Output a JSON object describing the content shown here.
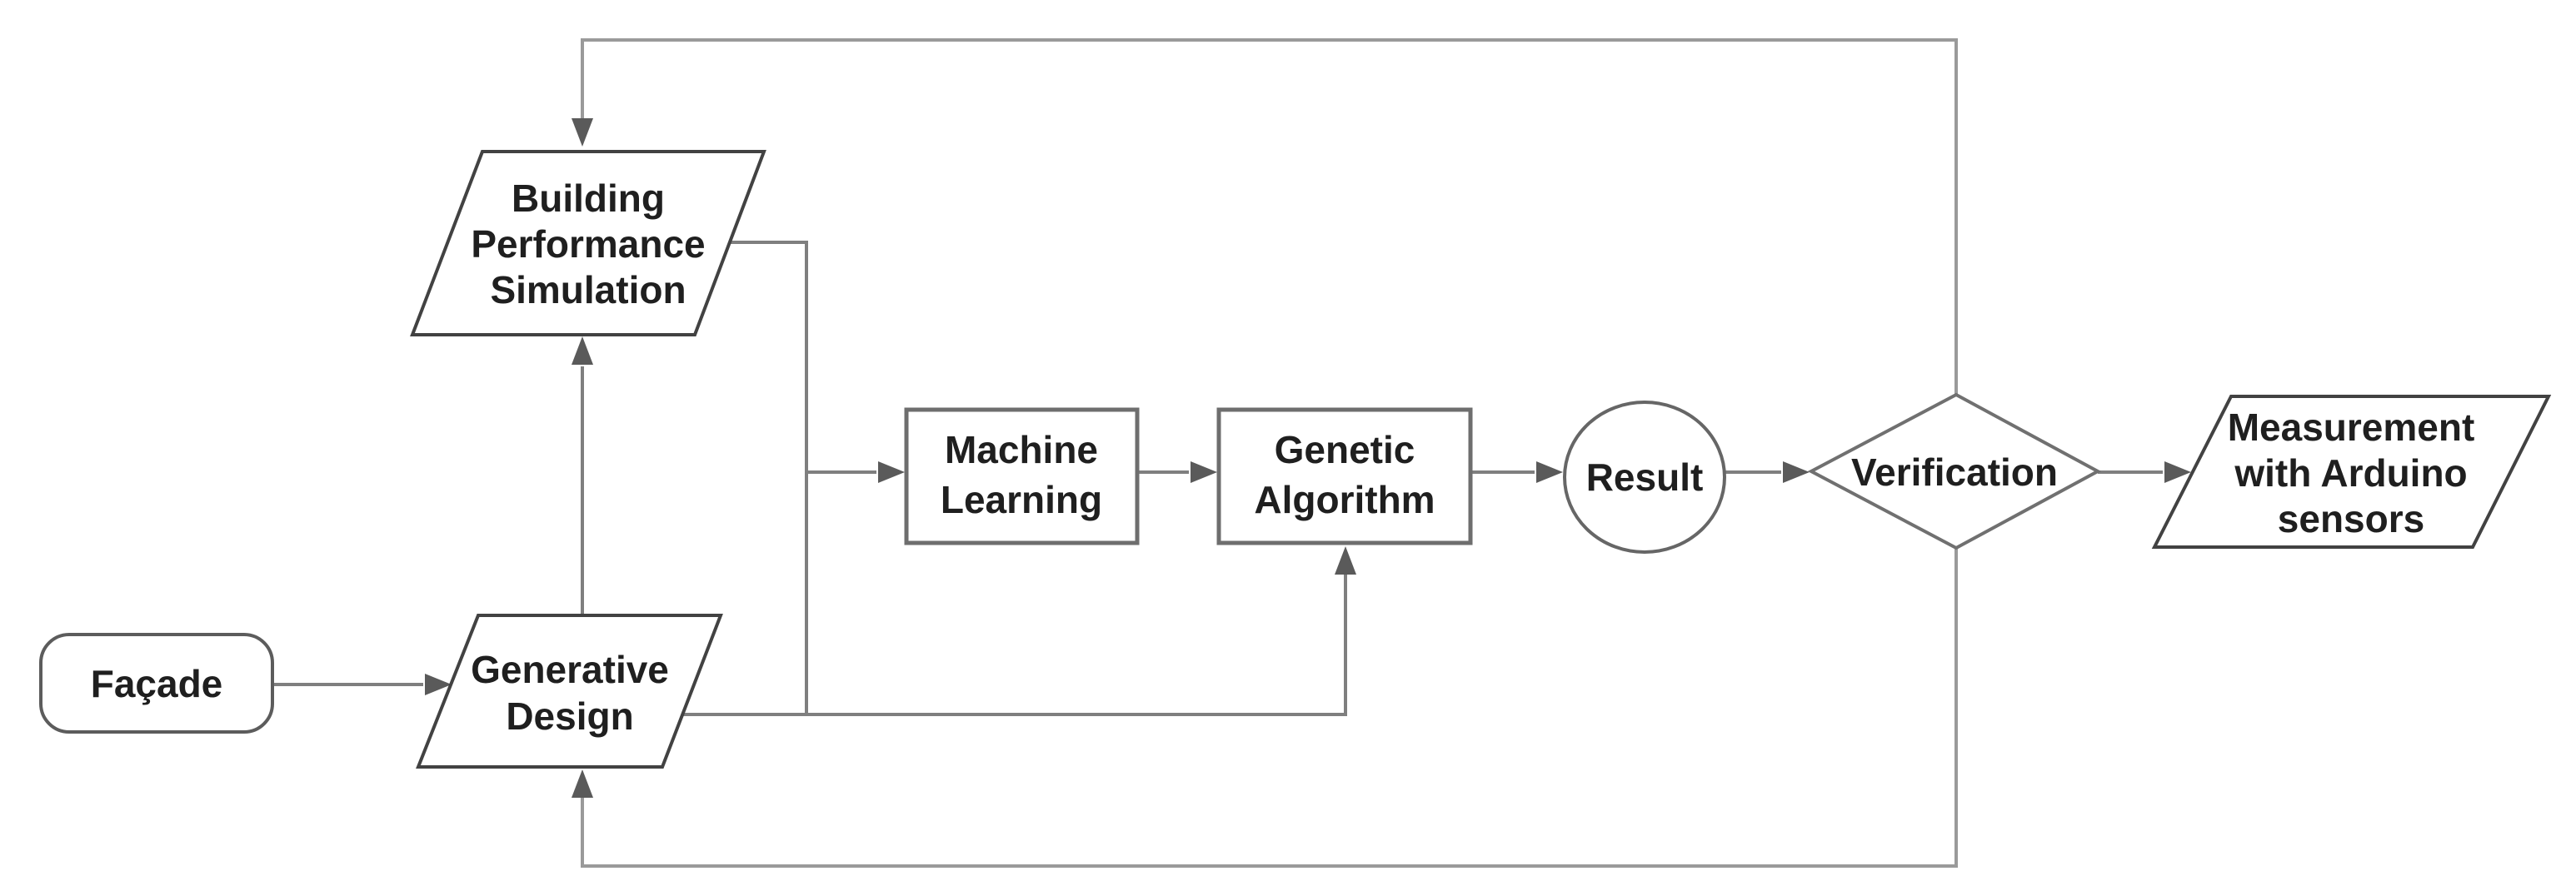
{
  "diagram": {
    "type": "flowchart",
    "background": "#ffffff",
    "colors": {
      "connector": "#7f7f7f",
      "feedback_connector": "#9a9a9a",
      "arrowhead": "#5a5a5a",
      "parallelogram_border": "#424242",
      "rectangle_border": "#6e6e6e",
      "rounded_rect_border": "#5c5c5c",
      "circle_border": "#666666",
      "diamond_border": "#707070",
      "text": "#1f1f1f"
    },
    "nodes": {
      "facade": {
        "shape": "rounded-rectangle",
        "label": "Façade"
      },
      "generative_design": {
        "shape": "parallelogram",
        "lines": [
          "Generative",
          "Design"
        ]
      },
      "building_performance_simulation": {
        "shape": "parallelogram",
        "lines": [
          "Building",
          "Performance",
          "Simulation"
        ]
      },
      "machine_learning": {
        "shape": "rectangle",
        "lines": [
          "Machine",
          "Learning"
        ]
      },
      "genetic_algorithm": {
        "shape": "rectangle",
        "lines": [
          "Genetic",
          "Algorithm"
        ]
      },
      "result": {
        "shape": "circle",
        "label": "Result"
      },
      "verification": {
        "shape": "diamond",
        "label": "Verification"
      },
      "measurement_with_arduino_sensors": {
        "shape": "parallelogram",
        "lines": [
          "Measurement",
          "with Arduino",
          "sensors"
        ]
      }
    },
    "edges": [
      {
        "from": "facade",
        "to": "generative_design"
      },
      {
        "from": "generative_design",
        "to": "building_performance_simulation"
      },
      {
        "from": "building_performance_simulation",
        "to": "machine_learning"
      },
      {
        "from": "generative_design",
        "to": "genetic_algorithm"
      },
      {
        "from": "machine_learning",
        "to": "genetic_algorithm"
      },
      {
        "from": "genetic_algorithm",
        "to": "result"
      },
      {
        "from": "result",
        "to": "verification"
      },
      {
        "from": "verification",
        "to": "measurement_with_arduino_sensors"
      },
      {
        "from": "verification",
        "to": "building_performance_simulation",
        "type": "feedback-top"
      },
      {
        "from": "verification",
        "to": "generative_design",
        "type": "feedback-bottom"
      }
    ]
  }
}
